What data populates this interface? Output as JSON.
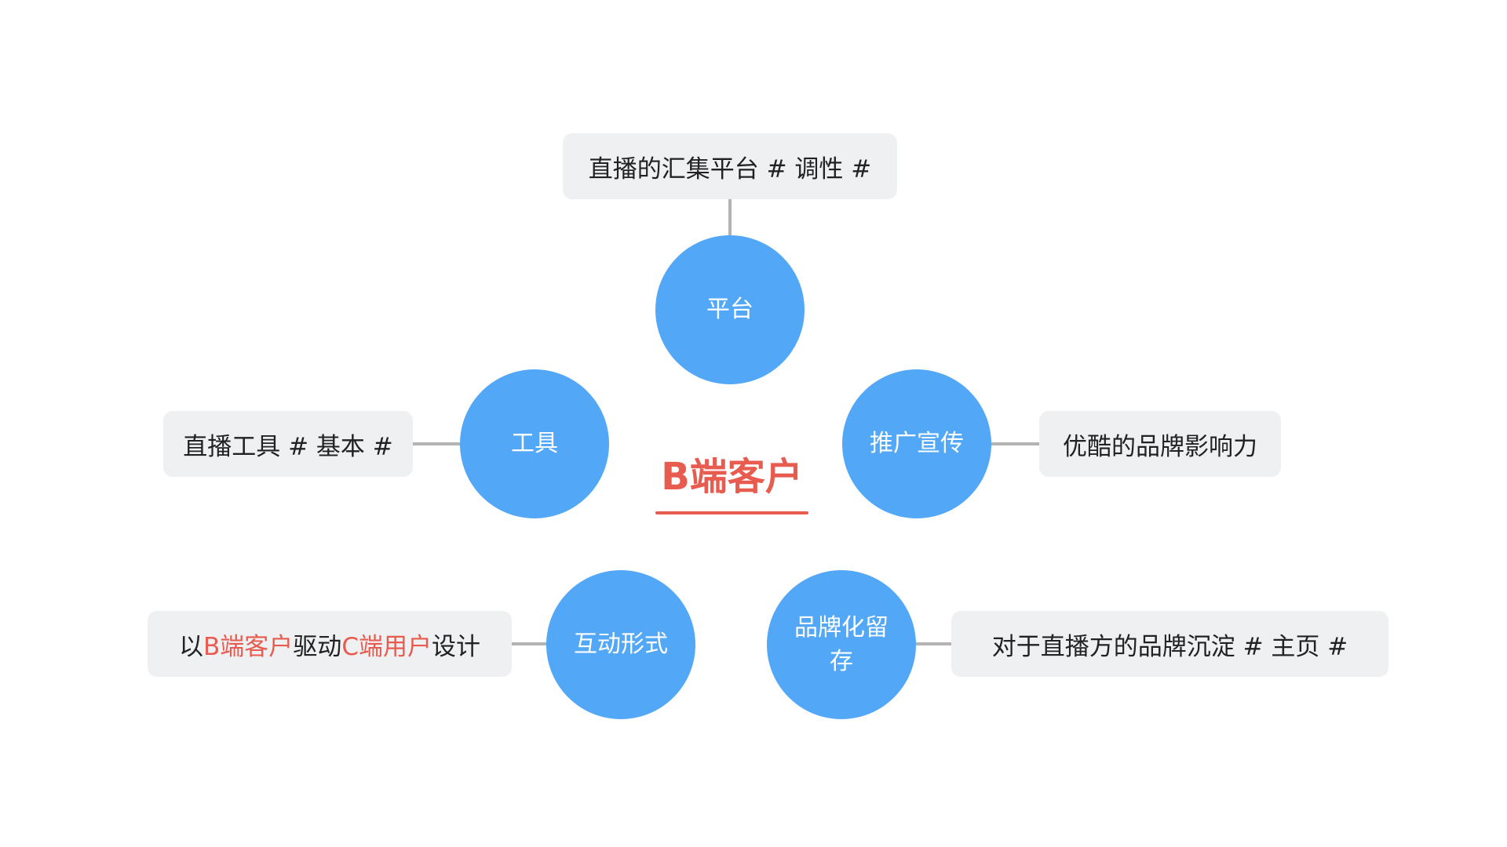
{
  "center": {
    "label": "B端客户",
    "color": "#e85c50"
  },
  "branches": {
    "platform": {
      "label": "平台",
      "note": "直播的汇集平台 # 调性 #"
    },
    "tools": {
      "label": "工具",
      "note": "直播工具 # 基本 #"
    },
    "promotion": {
      "label": "推广宣传",
      "note": "优酷的品牌影响力"
    },
    "interaction": {
      "label": "互动形式",
      "note_parts": [
        "以",
        "B端客户",
        "驱动",
        "C端用户",
        "设计"
      ]
    },
    "retention": {
      "label": "品牌化留存",
      "note": "对于直播方的品牌沉淀 # 主页 #"
    }
  },
  "colors": {
    "node_fill": "#52a7f7",
    "note_fill": "#eff0f2",
    "connector": "#b3b3b3",
    "highlight": "#e85c50"
  }
}
